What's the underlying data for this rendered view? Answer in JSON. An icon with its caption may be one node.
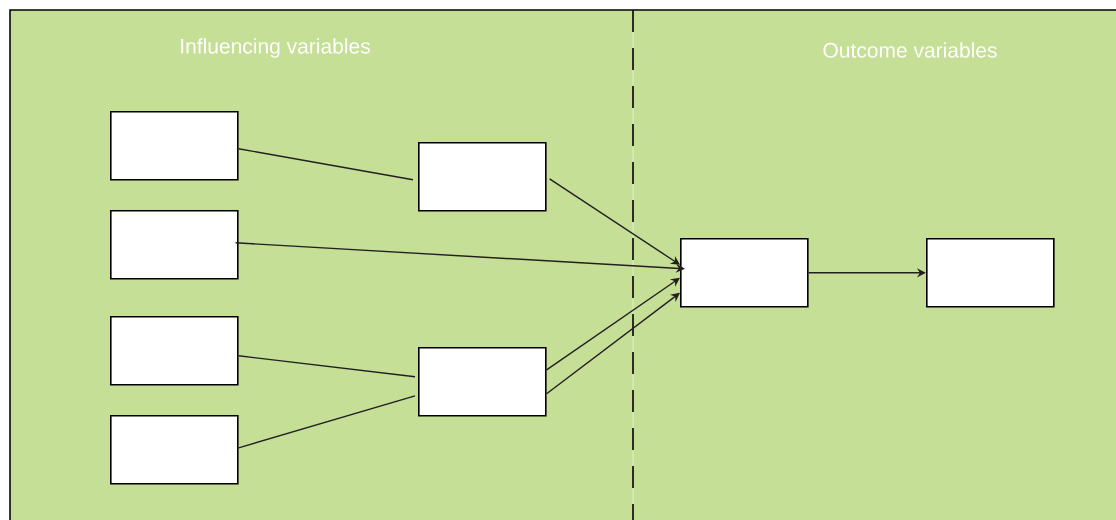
{
  "diagram": {
    "nodes": [
      {
        "text": [
          "Influencing variables"
        ]
      },
      {
        "text": [
          "Outcome variables"
        ]
      },
      {
        "text": [],
        "shape": "box",
        "in": 0
      },
      {
        "text": [],
        "shape": "box",
        "in": 0
      },
      {
        "text": [],
        "shape": "box",
        "in": 0
      },
      {
        "text": [],
        "shape": "box",
        "in": 0
      },
      {
        "text": [],
        "shape": "box",
        "in": 0
      },
      {
        "text": [],
        "shape": "box",
        "in": 0
      },
      {
        "text": [],
        "shape": "box",
        "in": 1
      },
      {
        "text": [],
        "shape": "box",
        "in": 1
      }
    ],
    "edges": [
      {
        "from": 2,
        "to": 6,
        "arrow": "none"
      },
      {
        "from": 3,
        "to": 8,
        "arrow": "to"
      },
      {
        "from": 6,
        "to": 8,
        "arrow": "to"
      },
      {
        "from": 4,
        "to": 7,
        "arrow": "none"
      },
      {
        "from": 5,
        "to": 7,
        "arrow": "none"
      },
      {
        "from": 7,
        "to": 8,
        "arrow": "to"
      },
      {
        "from": 7,
        "to": 8,
        "arrow": "to"
      },
      {
        "from": 8,
        "to": 9,
        "arrow": "to"
      }
    ]
  }
}
